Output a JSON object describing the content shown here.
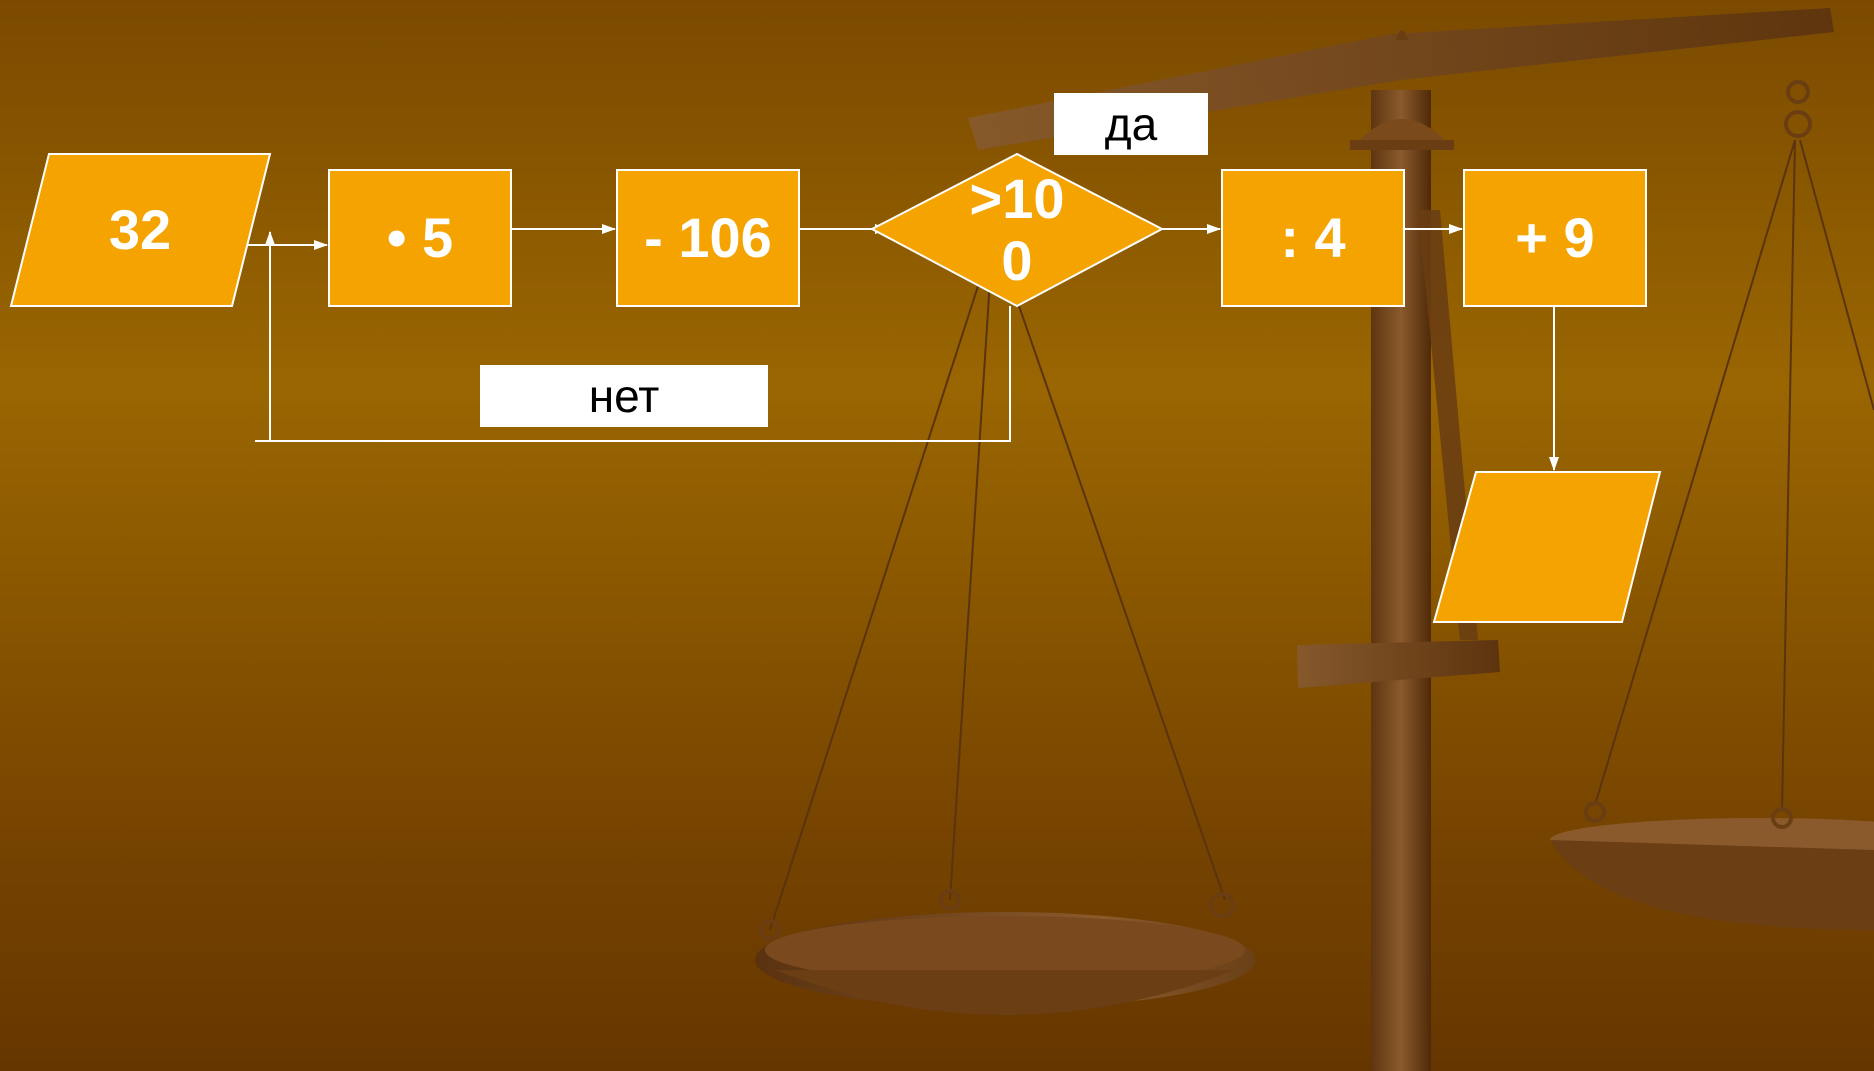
{
  "colors": {
    "node_fill": "#f5a300",
    "node_stroke": "#ffffff",
    "connector": "#ffffff",
    "scale_wood": "#7a4a1a",
    "label_bg": "#ffffff"
  },
  "flowchart": {
    "input": "32",
    "steps": [
      "• 5",
      "- 106",
      ": 4",
      "+ 9"
    ],
    "decision": ">10\n0",
    "yes_label": "да",
    "no_label": "нет",
    "output": ""
  }
}
